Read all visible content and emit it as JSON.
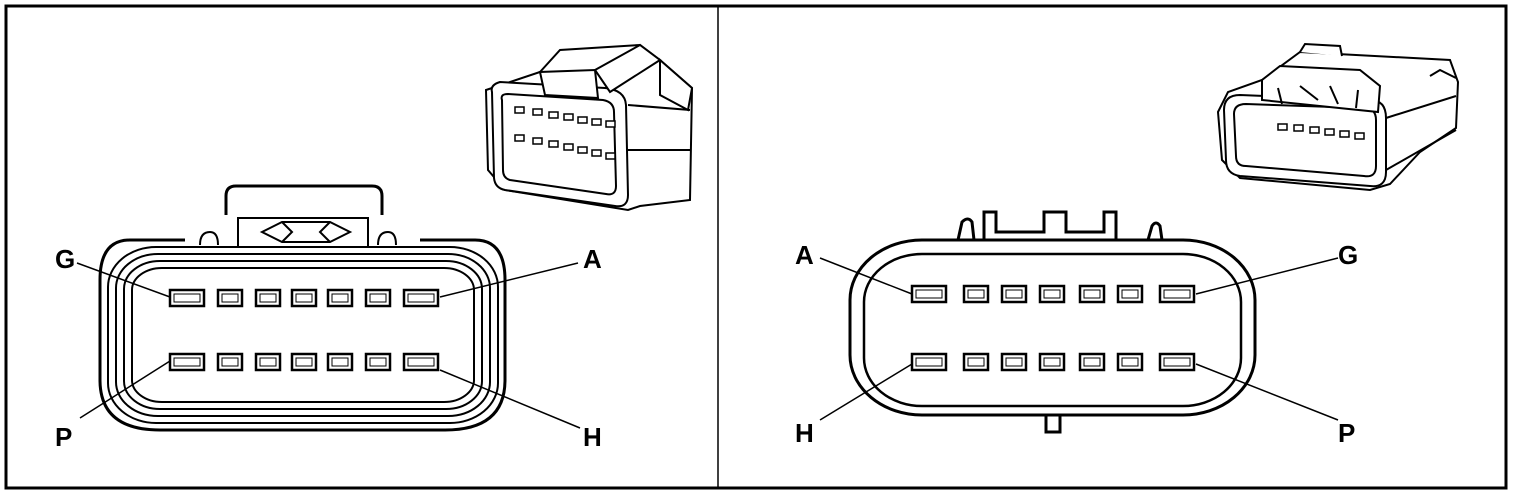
{
  "left_panel": {
    "labels": {
      "top_left": "G",
      "top_right": "A",
      "bottom_left": "P",
      "bottom_right": "H"
    },
    "pins_per_row": 7,
    "view": "female-connector"
  },
  "right_panel": {
    "labels": {
      "top_left": "A",
      "top_right": "G",
      "bottom_left": "H",
      "bottom_right": "P"
    },
    "pins_per_row": 7,
    "view": "male-connector"
  },
  "colors": {
    "line": "#000000",
    "background": "#ffffff"
  }
}
